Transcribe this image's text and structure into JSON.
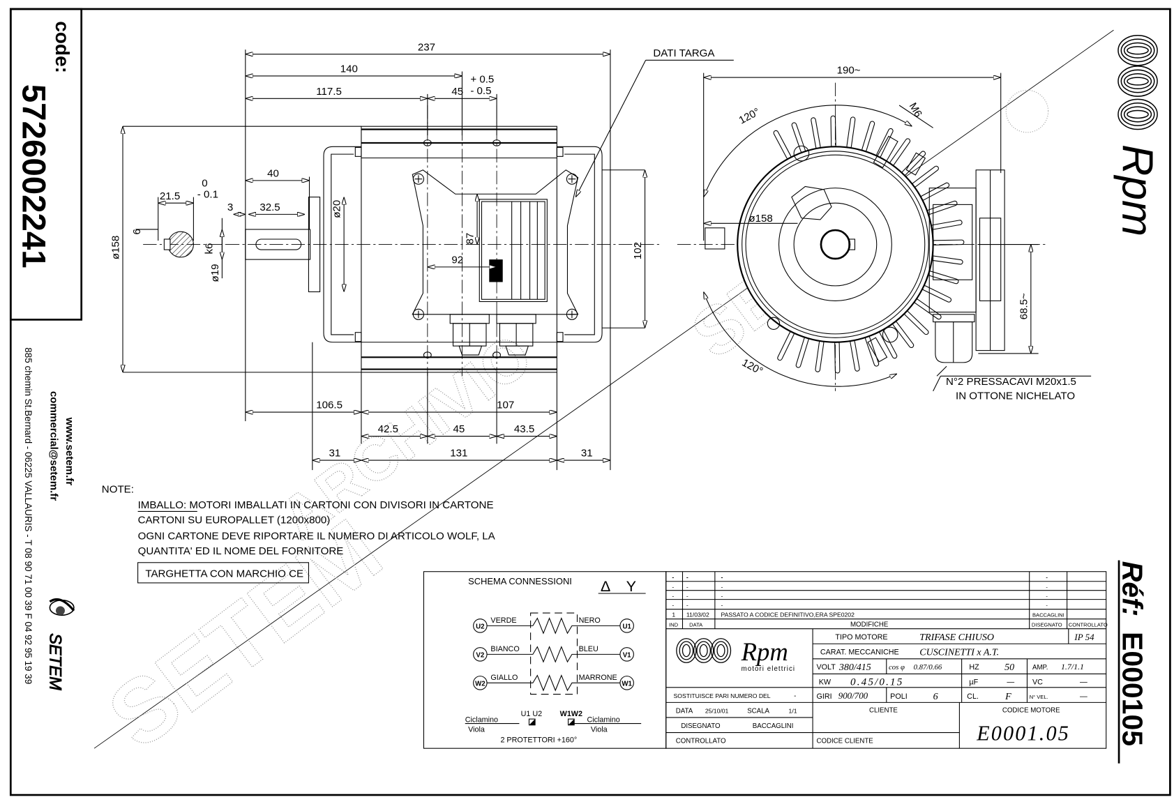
{
  "sidebar": {
    "code_label": "code:",
    "code": "5726002241",
    "website": "www.setem.fr",
    "email": "commercial@setem.fr",
    "address": "885 chemin St.Bernard  -  06225 VALLAURIS  -  T 08 90 71 00 39   F 04 92 95 19 39",
    "logo_text": "SETEM"
  },
  "brand": {
    "logo_text": "Rpm",
    "ref_label": "Réf:",
    "ref_value": "E000105"
  },
  "side_view": {
    "nameplate_label": "DATI TARGA",
    "dims": {
      "d237": "237",
      "d140": "140",
      "d117_5": "117.5",
      "d45": "45",
      "d45_tol_top": "+ 0.5",
      "d45_tol_bot": "- 0.5",
      "d40": "40",
      "d21_5": "21.5",
      "d21_5_tol_top": "0",
      "d21_5_tol_bot": "- 0.1",
      "d3": "3",
      "d32_5": "32.5",
      "d6": "6",
      "dk6": "k6",
      "d19": "ø19",
      "d20": "ø20",
      "d158": "ø158",
      "d87": "87",
      "d92": "92",
      "d102": "102",
      "d106_5": "106.5",
      "d107": "107",
      "d42_5": "42.5",
      "d45b": "45",
      "d43_5": "43.5",
      "d31a": "31",
      "d131": "131",
      "d31b": "31"
    }
  },
  "end_view": {
    "d190": "190~",
    "d120a": "120°",
    "d120b": "120°",
    "dM6": "M6",
    "d158": "ø158",
    "d68_5": "68.5~",
    "gland_note_1": "N°2 PRESSACAVI M20x1.5",
    "gland_note_2": "IN OTTONE NICHELATO"
  },
  "notes": {
    "title": "NOTE:",
    "lines": [
      "IMBALLO: MOTORI IMBALLATI IN CARTONI CON DIVISORI IN CARTONE",
      "CARTONI SU EUROPALLET (1200x800)",
      "OGNI CARTONE DEVE RIPORTARE IL NUMERO DI ARTICOLO WOLF, LA",
      "QUANTITA' ED IL NOME DEL FORNITORE"
    ],
    "label_box": "TARGHETTA CON MARCHIO CE"
  },
  "schema": {
    "title": "SCHEMA CONNESSIONI",
    "delta": "Δ",
    "star": "Y",
    "rows": [
      {
        "left_terminal": "U2",
        "left_color": "VERDE",
        "right_color": "NERO",
        "right_terminal": "U1"
      },
      {
        "left_terminal": "V2",
        "left_color": "BIANCO",
        "right_color": "BLEU",
        "right_terminal": "V1"
      },
      {
        "left_terminal": "W2",
        "left_color": "GIALLO",
        "right_color": "MARRONE",
        "right_terminal": "W1"
      }
    ],
    "prot_left_color_1": "Ciclamino",
    "prot_left_color_2": "Viola",
    "prot_right_color_1": "Ciclamino",
    "prot_right_color_2": "Viola",
    "prot_terms_left": "U1 U2",
    "prot_terms_right": "W1W2",
    "protectors": "2 PROTETTORI +160°"
  },
  "title_block": {
    "revisions": [
      [
        "-",
        "-",
        "-",
        "-",
        ""
      ],
      [
        "-",
        "-",
        "-",
        "-",
        ""
      ],
      [
        "-",
        "-",
        "-",
        "-",
        ""
      ],
      [
        "-",
        "-",
        "-",
        "-",
        ""
      ],
      [
        "1",
        "11/03/02",
        "PASSATO A CODICE DEFINITIVO,ERA SPE0202",
        "BACCAGLINI",
        ""
      ]
    ],
    "headers": [
      "IND",
      "DATA",
      "MODIFICHE",
      "DISEGNATO",
      "CONTROLLATO"
    ],
    "logo_text": "Rpm",
    "logo_sub": "motori elettrici",
    "tipo_label": "TIPO MOTORE",
    "tipo": "TRIFASE CHIUSO",
    "ip": "IP 54",
    "carat_label": "CARAT. MECCANICHE",
    "carat": "CUSCINETTI x A.T.",
    "volt_label": "VOLT",
    "volt": "380/415",
    "cos_label": "cos φ",
    "cos": "0.87/0.66",
    "hz_label": "HZ",
    "hz": "50",
    "amp_label": "AMP.",
    "amp": "1.7/1.1",
    "kw_label": "KW",
    "kw": "0.45/0.15",
    "uf_label": "µF",
    "uf": "—",
    "vc_label": "VC",
    "vc": "—",
    "giri_label": "GIRI",
    "giri": "900/700",
    "poli_label": "POLI",
    "poli": "6",
    "cl_label": "CL.",
    "cl": "F",
    "vel_label": "N° VEL.",
    "vel": "—",
    "replace_label": "SOSTITUISCE PARI NUMERO DEL",
    "replace": "-",
    "data_label": "DATA",
    "date": "25/10/01",
    "scala_label": "SCALA",
    "scala": "1/1",
    "disegnato_label": "DISEGNATO",
    "disegnato": "BACCAGLINI",
    "controllato_label": "CONTROLLATO",
    "cliente_label": "CLIENTE",
    "codice_cliente_label": "CODICE CLIENTE",
    "codice_motore_label": "CODICE MOTORE",
    "codice_motore": "E0001.05"
  },
  "watermark": {
    "text_1": "SETEM",
    "text_2": "ARCHIVIO"
  }
}
